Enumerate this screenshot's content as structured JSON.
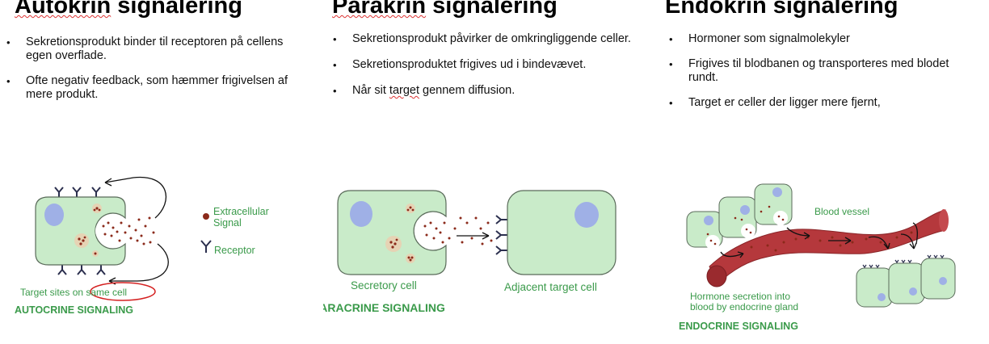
{
  "autocrine": {
    "title_part1": "Autokrin",
    "title_part2": " signalering",
    "bullets": [
      "Sekretionsprodukt binder til receptoren på cellens egen overflade.",
      "Ofte negativ feedback, som hæmmer frigivelsen af mere produkt."
    ],
    "legend_signal": [
      "Extracellular",
      "Signal"
    ],
    "legend_receptor": "Receptor",
    "target_label_a": "Target sites on ",
    "target_label_b": "same cell",
    "caption": "AUTOCRINE SIGNALING"
  },
  "paracrine": {
    "title_part1": "Parakrin",
    "title_part2": " signalering",
    "bullets": [
      "Sekretionsprodukt påvirker de omkringliggende celler.",
      "Sekretionsproduktet frigives ud i bindevævet.",
      "Når sit target gennem diffusion."
    ],
    "bullet3_a": "Når sit ",
    "bullet3_b": "target",
    "bullet3_c": " gennem diffusion.",
    "secretory_label": "Secretory cell",
    "adjacent_label": "Adjacent target cell",
    "caption": "PARACRINE SIGNALING"
  },
  "endocrine": {
    "title": "Endokrin signalering",
    "bullets": [
      "Hormoner som signalmolekyler",
      "Frigives til blodbanen og transporteres med blodet rundt.",
      "Target er celler der ligger mere fjernt,"
    ],
    "blood_vessel_label": "Blood vessel",
    "secretion_label": [
      "Hormone secretion into",
      "blood by endocrine gland"
    ],
    "caption": "ENDOCRINE SIGNALING"
  },
  "colors": {
    "cell_fill": "#c9ebc9",
    "cell_stroke": "#5a6b5a",
    "nucleus": "#9fb0e6",
    "signal_dot": "#8b2a1a",
    "caption_green": "#3a9a4a",
    "receptor": "#2b2f4e",
    "annotation_red": "#d42020",
    "vessel": "#b5383c"
  }
}
